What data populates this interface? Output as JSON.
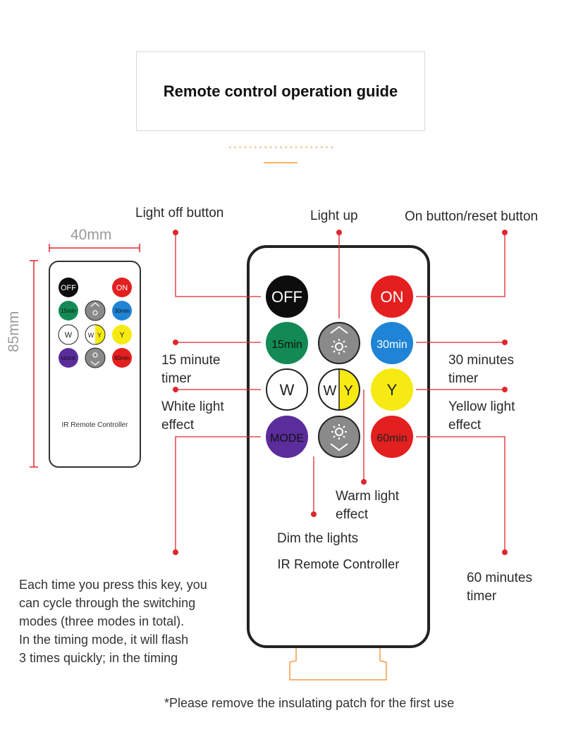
{
  "title": "Remote control operation guide",
  "colors": {
    "off": "#0d0d0d",
    "on": "#e41f1f",
    "timer15": "#138a55",
    "timer30": "#1f84d6",
    "timer60": "#e41f1f",
    "white": "#ffffff",
    "yellow": "#f6ea12",
    "mode": "#5b2c9c",
    "brightness": "#888888",
    "callout": "#e0262e",
    "dimension": "#e0262e",
    "stand": "#f39a4a"
  },
  "dimensions": {
    "width_label": "40mm",
    "height_label": "85mm"
  },
  "small_remote": {
    "buttons": {
      "off": "OFF",
      "on": "ON",
      "t15": "15min",
      "t30": "30min",
      "w": "W",
      "w_half": "W",
      "y_half": "Y",
      "y": "Y",
      "mode": "MODE",
      "t60": "60min"
    },
    "controller_label": "IR Remote Controller"
  },
  "remote": {
    "buttons": {
      "off": "OFF",
      "on": "ON",
      "t15": "15min",
      "t30": "30min",
      "w": "W",
      "w_half": "W",
      "y_half": "Y",
      "y": "Y",
      "mode": "MODE",
      "t60": "60min"
    },
    "controller_label": "IR Remote Controller",
    "icons": {
      "up": "brightness-up-icon",
      "down": "brightness-down-icon"
    }
  },
  "callouts": {
    "light_off": "Light off button",
    "light_up": "Light up",
    "on_reset": "On button/reset button",
    "timer15": "15 minute\ntimer",
    "timer30": "30 minutes\ntimer",
    "white": "White light\neffect",
    "yellow": "Yellow light\neffect",
    "warm": "Warm light\neffect",
    "dim": "Dim the lights",
    "timer60": "60 minutes\ntimer",
    "mode_note": "Each time you press this key, you\ncan cycle through the switching\nmodes (three modes in total).\nIn the timing mode, it will flash\n3 times quickly; in the timing"
  },
  "footer": "*Please remove the insulating patch for the first use"
}
